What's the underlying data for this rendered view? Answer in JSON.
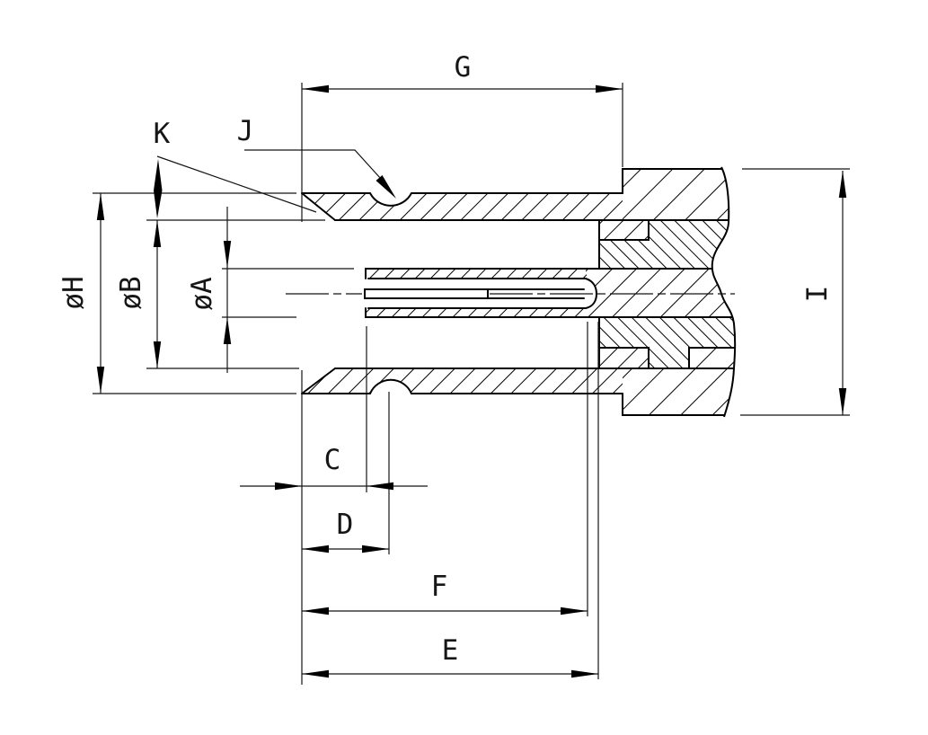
{
  "drawing": {
    "kind": "engineering-cross-section",
    "subject": "panel-jack connector section view with letter-coded dimensions",
    "style": {
      "ink": "#000000",
      "paper": "#ffffff"
    },
    "labels": {
      "g": "G",
      "k": "K",
      "j": "J",
      "dia_h": "øH",
      "dia_b": "øB",
      "dia_a": "øA",
      "i": "I",
      "c": "C",
      "d": "D",
      "f": "F",
      "e": "E"
    },
    "dimension_roles": {
      "g": "length from front face to flange face (top horizontal)",
      "k": "chamfer callout (leader to entry chamfer)",
      "j": "groove callout (leader to annular groove)",
      "dia_h": "outer barrel diameter",
      "dia_b": "bore diameter",
      "dia_a": "center contact diameter",
      "i": "flange height (right vertical)",
      "c": "front face to contact tip",
      "d": "front face to groove center",
      "f": "front face to socket bore bottom",
      "e": "front face to cavity back wall"
    }
  }
}
